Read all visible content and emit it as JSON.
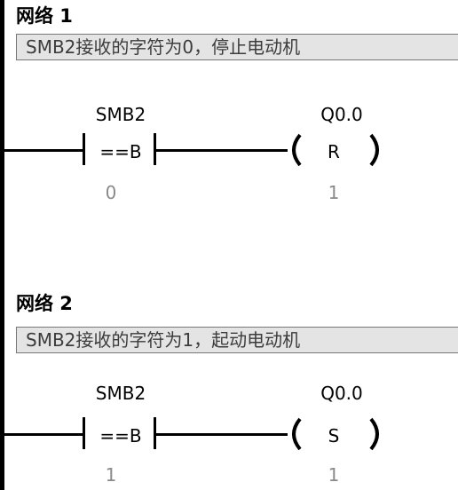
{
  "networks": [
    {
      "title": "网络 1",
      "comment": "SMB2接收的字符为0，停止电动机",
      "contact": {
        "operand": "SMB2",
        "op": "==B",
        "compare": "0"
      },
      "coil": {
        "operand": "Q0.0",
        "type": "R",
        "count": "1"
      }
    },
    {
      "title": "网络 2",
      "comment": "SMB2接收的字符为1，起动电动机",
      "contact": {
        "operand": "SMB2",
        "op": "==B",
        "compare": "1"
      },
      "coil": {
        "operand": "Q0.0",
        "type": "S",
        "count": "1"
      }
    }
  ]
}
